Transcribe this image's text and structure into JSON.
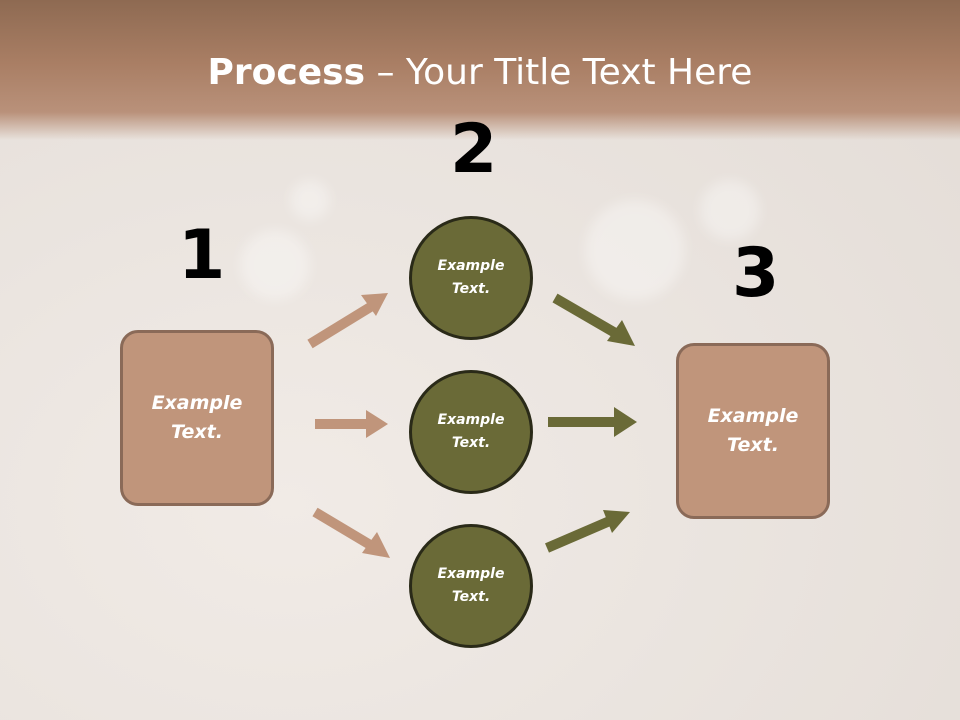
{
  "title": {
    "bold": "Process",
    "rest": " – Your Title Text Here"
  },
  "steps": [
    "1",
    "2",
    "3"
  ],
  "start_box": {
    "line1": "Example",
    "line2": "Text."
  },
  "middle_circles": [
    {
      "line1": "Example",
      "line2": "Text."
    },
    {
      "line1": "Example",
      "line2": "Text."
    },
    {
      "line1": "Example",
      "line2": "Text."
    }
  ],
  "end_box": {
    "line1": "Example",
    "line2": "Text."
  },
  "colors": {
    "box": "#c0957b",
    "circle": "#6a6a37",
    "arrow_left": "#c0957b",
    "arrow_right": "#6a6a37"
  }
}
